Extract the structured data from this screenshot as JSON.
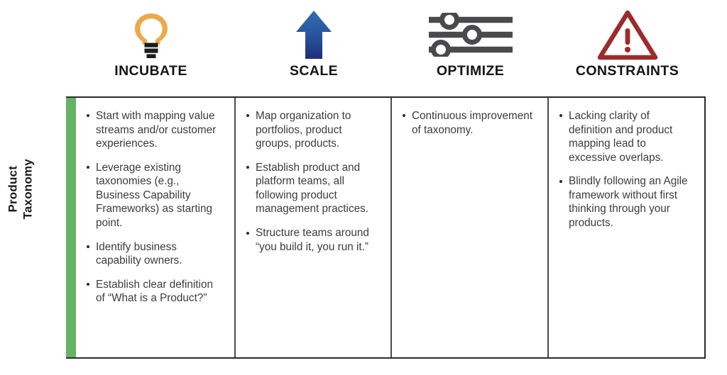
{
  "row": {
    "label_line1": "Product",
    "label_line2": "Taxonomy",
    "accent_color": "#63b463"
  },
  "columns": [
    {
      "id": "incubate",
      "label": "INCUBATE",
      "icon": "lightbulb-icon",
      "icon_color": "#EDA94A",
      "items": [
        "Start with mapping value streams and/or customer experiences.",
        "Leverage existing taxonomies (e.g., Business Capability Frameworks) as starting point.",
        "Identify business capability owners.",
        "Establish clear definition of “What is a Product?”"
      ]
    },
    {
      "id": "scale",
      "label": "SCALE",
      "icon": "up-arrow-icon",
      "icon_color": "#2E6FAF",
      "icon_color_2": "#1F2E7A",
      "items": [
        "Map organization to portfolios, product groups, products.",
        "Establish product and platform teams, all following product management practices.",
        "Structure teams around “you build it, you run it.”"
      ]
    },
    {
      "id": "optimize",
      "label": "OPTIMIZE",
      "icon": "sliders-icon",
      "icon_color": "#4A4A4C",
      "items": [
        "Continuous improvement of taxonomy."
      ]
    },
    {
      "id": "constraints",
      "label": "CONSTRAINTS",
      "icon": "warning-triangle-icon",
      "icon_color": "#9E2A2B",
      "items": [
        "Lacking clarity of definition and product mapping lead to excessive overlaps.",
        "Blindly following an Agile framework without first thinking through your products."
      ]
    }
  ]
}
